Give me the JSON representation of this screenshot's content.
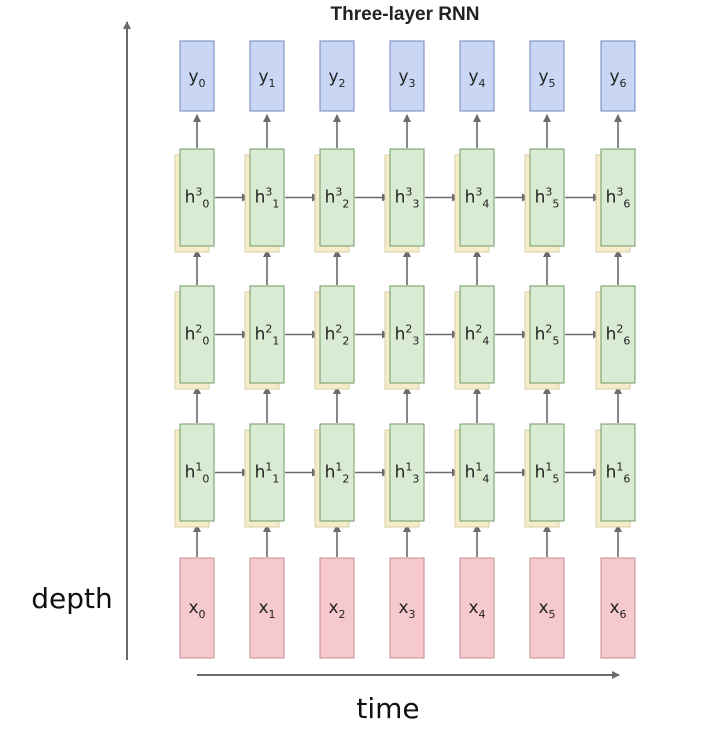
{
  "title": "Three-layer RNN",
  "axes": {
    "vertical_label": "depth",
    "horizontal_label": "time"
  },
  "colors": {
    "output_fill": "#c9d7f5",
    "output_stroke": "#6f86bf",
    "hidden_fill": "#d9ebd3",
    "hidden_stroke": "#6f9a63",
    "hidden_shadow": "#f5ecc9",
    "input_fill": "#f5c9cd",
    "input_stroke": "#c58d92",
    "arrow": "#6b6b6b"
  },
  "outputs": [
    {
      "base": "y",
      "sub": "0"
    },
    {
      "base": "y",
      "sub": "1"
    },
    {
      "base": "y",
      "sub": "2"
    },
    {
      "base": "y",
      "sub": "3"
    },
    {
      "base": "y",
      "sub": "4"
    },
    {
      "base": "y",
      "sub": "5"
    },
    {
      "base": "y",
      "sub": "6"
    }
  ],
  "hidden_layers": [
    {
      "layer": "3",
      "cells": [
        {
          "base": "h",
          "sup": "3",
          "sub": "0"
        },
        {
          "base": "h",
          "sup": "3",
          "sub": "1"
        },
        {
          "base": "h",
          "sup": "3",
          "sub": "2"
        },
        {
          "base": "h",
          "sup": "3",
          "sub": "3"
        },
        {
          "base": "h",
          "sup": "3",
          "sub": "4"
        },
        {
          "base": "h",
          "sup": "3",
          "sub": "5"
        },
        {
          "base": "h",
          "sup": "3",
          "sub": "6"
        }
      ]
    },
    {
      "layer": "2",
      "cells": [
        {
          "base": "h",
          "sup": "2",
          "sub": "0"
        },
        {
          "base": "h",
          "sup": "2",
          "sub": "1"
        },
        {
          "base": "h",
          "sup": "2",
          "sub": "2"
        },
        {
          "base": "h",
          "sup": "2",
          "sub": "3"
        },
        {
          "base": "h",
          "sup": "2",
          "sub": "4"
        },
        {
          "base": "h",
          "sup": "2",
          "sub": "5"
        },
        {
          "base": "h",
          "sup": "2",
          "sub": "6"
        }
      ]
    },
    {
      "layer": "1",
      "cells": [
        {
          "base": "h",
          "sup": "1",
          "sub": "0"
        },
        {
          "base": "h",
          "sup": "1",
          "sub": "1"
        },
        {
          "base": "h",
          "sup": "1",
          "sub": "2"
        },
        {
          "base": "h",
          "sup": "1",
          "sub": "3"
        },
        {
          "base": "h",
          "sup": "1",
          "sub": "4"
        },
        {
          "base": "h",
          "sup": "1",
          "sub": "5"
        },
        {
          "base": "h",
          "sup": "1",
          "sub": "6"
        }
      ]
    }
  ],
  "inputs": [
    {
      "base": "x",
      "sub": "0"
    },
    {
      "base": "x",
      "sub": "1"
    },
    {
      "base": "x",
      "sub": "2"
    },
    {
      "base": "x",
      "sub": "3"
    },
    {
      "base": "x",
      "sub": "4"
    },
    {
      "base": "x",
      "sub": "5"
    },
    {
      "base": "x",
      "sub": "6"
    }
  ]
}
